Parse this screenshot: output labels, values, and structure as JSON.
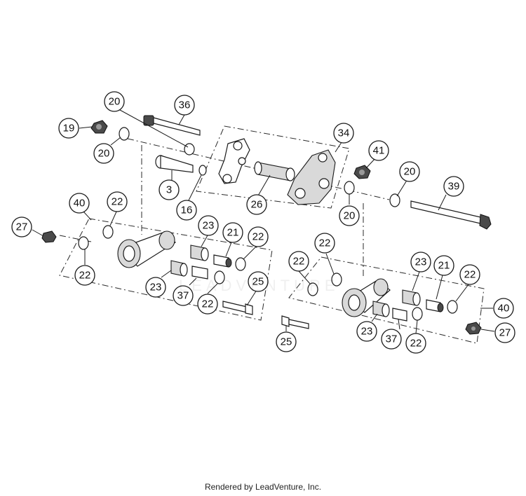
{
  "diagram": {
    "callouts": [
      "20",
      "36",
      "19",
      "20",
      "34",
      "41",
      "3",
      "16",
      "26",
      "20",
      "39",
      "20",
      "40",
      "22",
      "27",
      "22",
      "23",
      "21",
      "22",
      "25",
      "23",
      "37",
      "22",
      "22",
      "22",
      "23",
      "21",
      "22",
      "40",
      "27",
      "25",
      "23",
      "37",
      "22"
    ]
  },
  "watermark": "LEADVENTURE",
  "footer": "Rendered by LeadVenture, Inc.",
  "colors": {
    "line": "#1a1a1a",
    "background": "#ffffff",
    "shade": "#d9d9d9"
  }
}
